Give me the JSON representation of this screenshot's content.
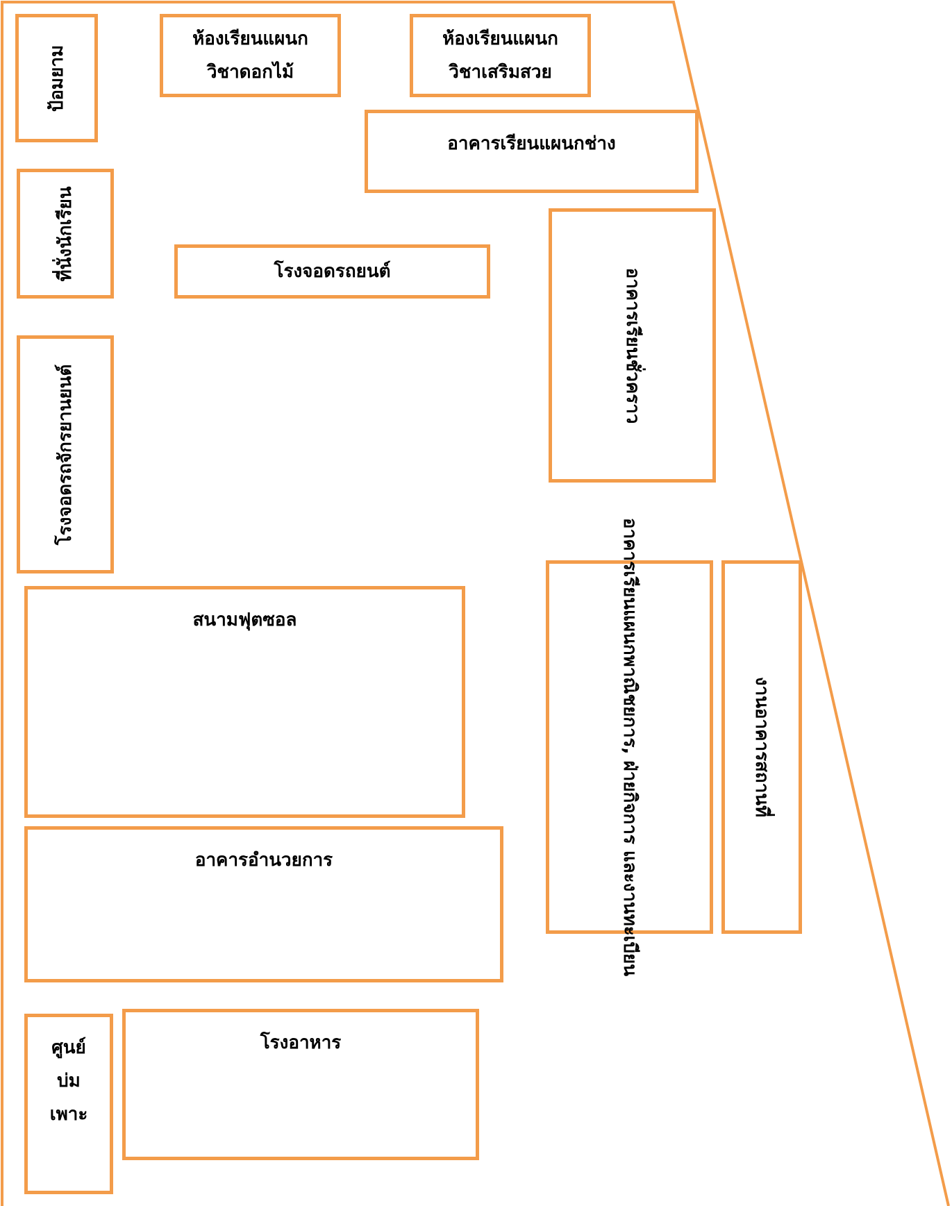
{
  "colors": {
    "border": "#f39c4a"
  },
  "buildings": {
    "guard_post": "ป้อมยาม",
    "flower_room": "ห้องเรียนแผนก\nวิชาดอกไม้",
    "beauty_room": "ห้องเรียนแผนก\nวิชาเสริมสวย",
    "tech_building": "อาคารเรียนแผนกช่าง",
    "student_seating": "ที่นั่งนักเรียน",
    "car_garage": "โรงจอดรถยนต์",
    "temp_building": "อาคารเรียนชั่วคราว",
    "motorcycle_garage": "โรงจอดรถจักรยานยนต์",
    "futsal": "สนามฟุตซอล",
    "admin_building": "อาคารอำนวยการ",
    "commerce_building": "อาคารเรียนแผนกพาณิชยการ, ฝ่ายกิจการ\nและงานทะเบียน",
    "maintenance": "งานอาคารสถานที่",
    "incubation_center": "ศูนย์\nบ่ม\nเพาะ",
    "canteen": "โรงอาหาร"
  }
}
